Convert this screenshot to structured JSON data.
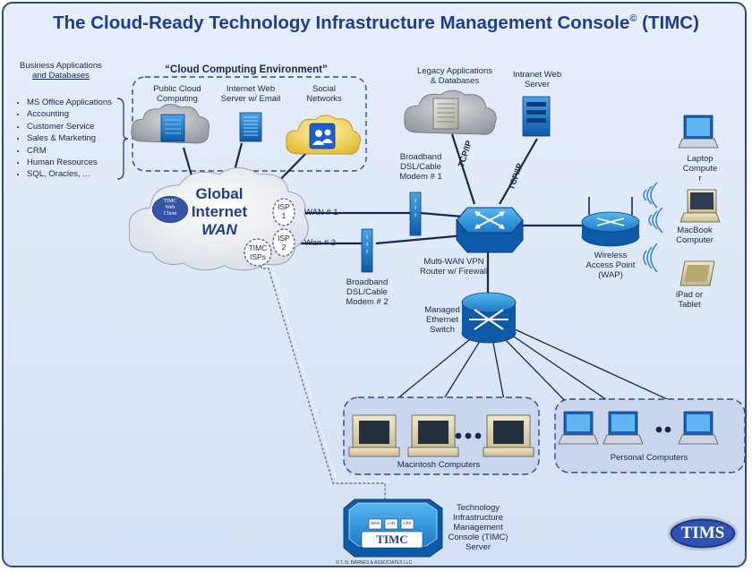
{
  "title": {
    "text": "The Cloud-Ready Technology Infrastructure Management Console",
    "sup": "©",
    "suffix": " (TIMC)"
  },
  "business_apps": {
    "heading_line1": "Business Applications",
    "heading_line2": "and Databases",
    "items": [
      "MS Office Applications",
      "Accounting",
      "Customer Service",
      "Sales & Marketing",
      "CRM",
      "Human Resources",
      "SQL, Oracles, ..."
    ]
  },
  "cloud_env": {
    "title": "“Cloud Computing Environment”",
    "public_cloud_line1": "Public Cloud",
    "public_cloud_line2": "Computing",
    "web_server_line1": "Internet Web",
    "web_server_line2": "Server w/ Email",
    "social_line1": "Social",
    "social_line2": "Networks"
  },
  "internet": {
    "line1": "Global",
    "line2": "Internet",
    "line3": "WAN",
    "timc_client_line1": "TIMC",
    "timc_client_line2": "Web",
    "timc_client_line3": "Client",
    "isp1_line1": "ISP",
    "isp1_line2": "1",
    "isp2_line1": "ISP",
    "isp2_line2": "2",
    "timc_isps_line1": "TIMC",
    "timc_isps_line2": "ISPs"
  },
  "wan1": "WAN # 1",
  "wan2": "Wan # 2",
  "legacy_line1": "Legacy Applications",
  "legacy_line2": "& Databases",
  "intranet_line1": "Intranet Web",
  "intranet_line2": "Server",
  "tcpip1": "TCP/IP",
  "tcpip2": "TCP/IP",
  "modem1": [
    "Broadband",
    "DSL/Cable",
    "Modem # 1"
  ],
  "modem2": [
    "Broadband",
    "DSL/Cable",
    "Modem # 2"
  ],
  "router_line1": "Multi-WAN VPN",
  "router_line2": "Router w/ Firewall",
  "switch_line1": "Managed",
  "switch_line2": "Ethernet",
  "switch_line3": "Switch",
  "wap": [
    "Wireless",
    "Access Point",
    "(WAP)"
  ],
  "laptop": [
    "Laptop",
    "Compute",
    "r"
  ],
  "macbook": [
    "MacBook",
    "Computer"
  ],
  "ipad": [
    "iPad or",
    "Tablet"
  ],
  "mac_group": "Macintosh Computers",
  "pc_group": "Personal Computers",
  "timc_server": [
    "Technology",
    "Infrastructure",
    "Management",
    "Console (TIMC)",
    "Server"
  ],
  "timc_logo": "TIMC",
  "timc_panel": [
    "WAN",
    "LAN",
    "CPE"
  ],
  "tims_logo": "TIMS",
  "copyright": "© T. N. BARNES & ASSOCIATES LLC",
  "colors": {
    "title": "#1f3d8f",
    "network_blue": "#1a5fb4",
    "cable": "#1a2550",
    "frame": "#2d4a8a"
  }
}
